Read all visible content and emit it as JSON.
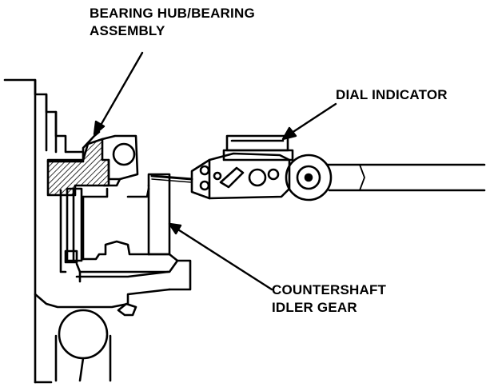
{
  "labels": {
    "bearing_hub": {
      "line1": "BEARING HUB/BEARING",
      "line2": "ASSEMBLY"
    },
    "dial_indicator": {
      "line1": "DIAL INDICATOR"
    },
    "countershaft": {
      "line1": "COUNTERSHAFT",
      "line2": "IDLER GEAR"
    }
  }
}
